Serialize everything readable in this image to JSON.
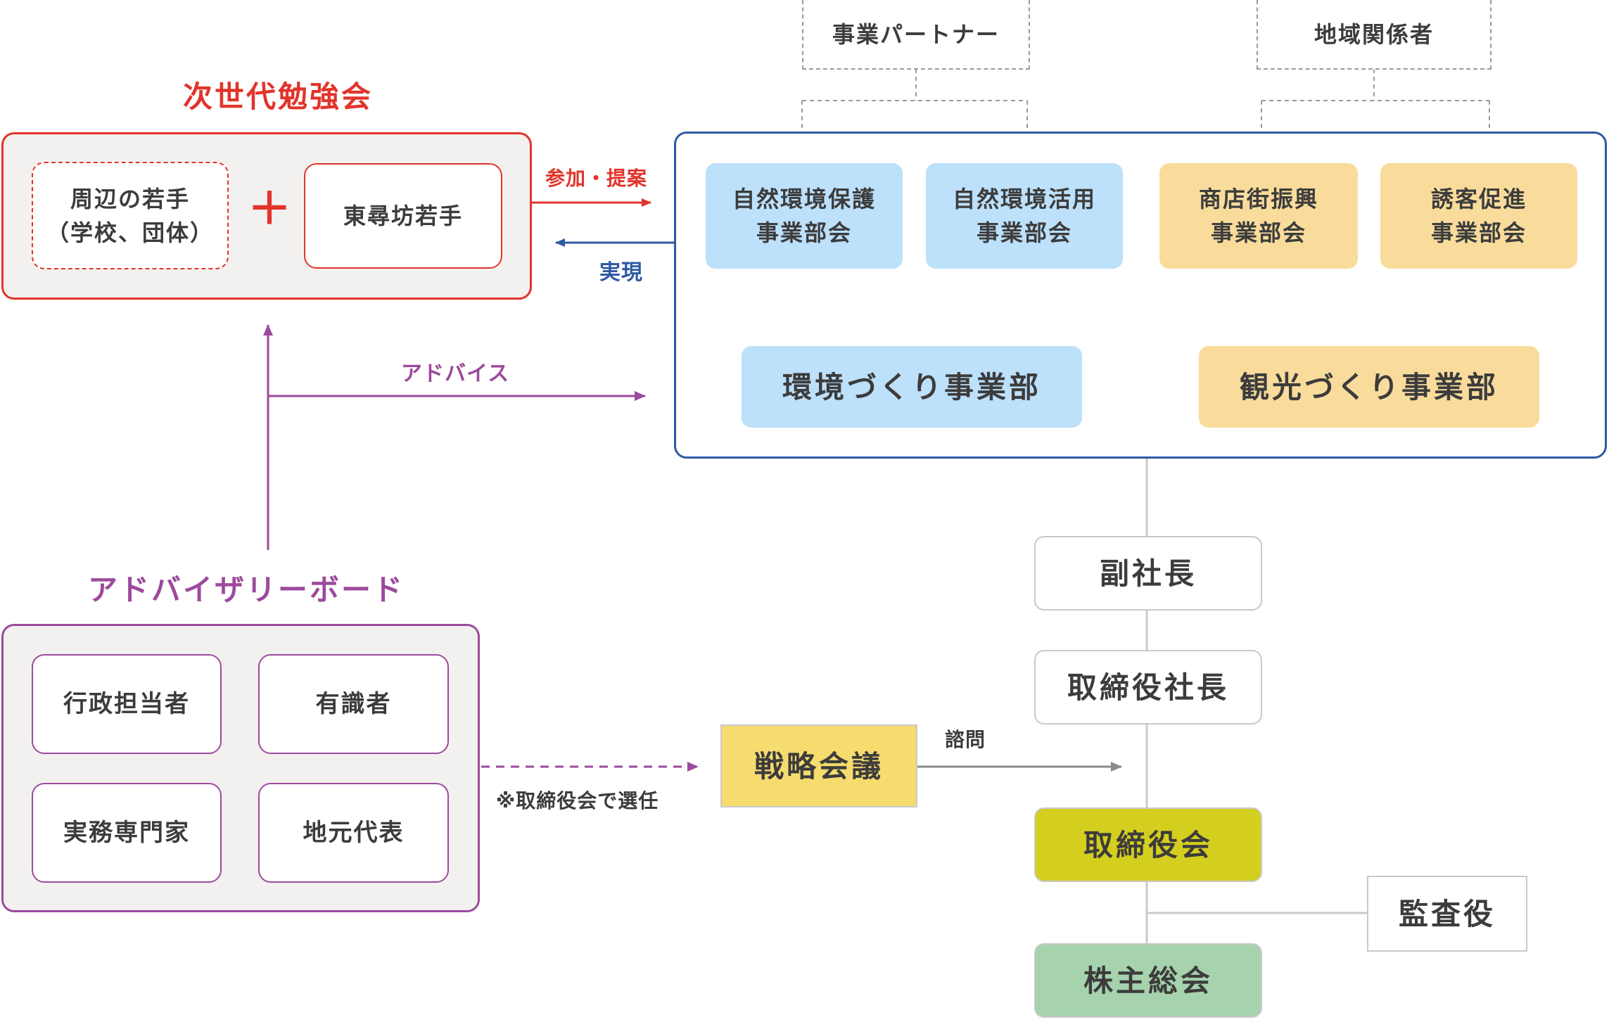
{
  "colors": {
    "red": "#e2342b",
    "blue": "#2e59a3",
    "purple": "#9c4a9c",
    "gray_line": "#c9c9c9",
    "dashed_gray": "#9a9a9a",
    "blue_fill": "#bde0fb",
    "orange_fill": "#f9dc9c",
    "yellow_fill": "#f6dc6e",
    "olive_fill": "#d4cf1e",
    "green_fill": "#a6d3ad"
  },
  "study_group": {
    "title": "次世代勉強会",
    "member_outside": "周辺の若手\n（学校、団体）",
    "plus": "＋",
    "member_inside": "東尋坊若手"
  },
  "partners": {
    "business_partner": "事業パートナー",
    "local_stakeholders": "地域関係者"
  },
  "committees": {
    "nature_protection": "自然環境保護\n事業部会",
    "nature_use": "自然環境活用\n事業部会",
    "shopping_street": "商店街振興\n事業部会",
    "customer_attraction": "誘客促進\n事業部会"
  },
  "divisions": {
    "environment": "環境づくり事業部",
    "tourism": "観光づくり事業部"
  },
  "flows": {
    "participate": "参加・提案",
    "realize": "実現",
    "advice": "アドバイス",
    "consult": "諮問",
    "appointed_note": "※取締役会で選任"
  },
  "advisory_board": {
    "title": "アドバイザリーボード",
    "members": [
      "行政担当者",
      "有識者",
      "実務専門家",
      "地元代表"
    ]
  },
  "management": {
    "vice_president": "副社長",
    "president": "取締役社長",
    "strategy_meeting": "戦略会議",
    "board": "取締役会",
    "auditor": "監査役",
    "shareholders": "株主総会"
  }
}
